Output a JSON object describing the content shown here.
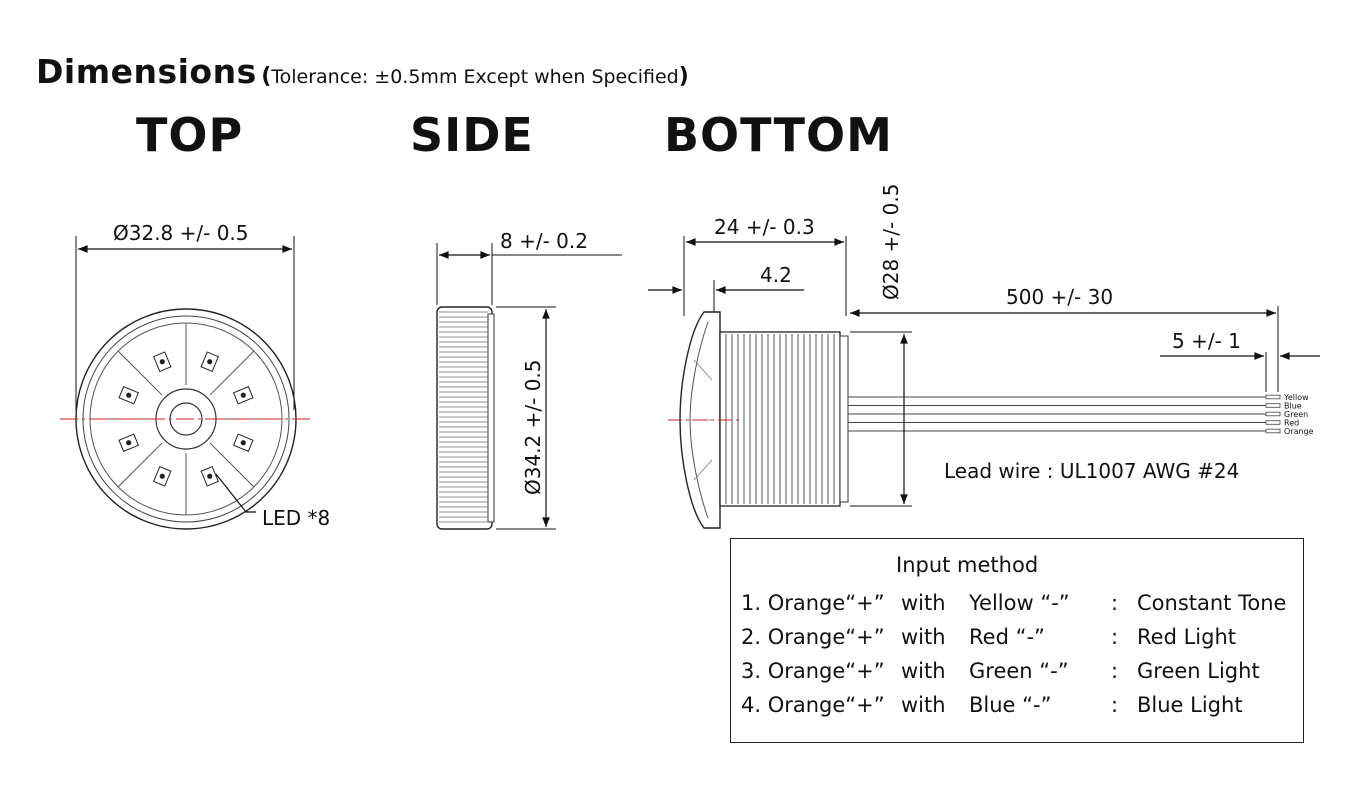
{
  "header": {
    "title": "Dimensions",
    "tolerance_open": "(",
    "tolerance_text": "Tolerance: ±0.5mm Except when Specified",
    "tolerance_close": ")"
  },
  "views": {
    "top": "TOP",
    "side": "SIDE",
    "bottom": "BOTTOM"
  },
  "dimensions": {
    "top_diameter": "Ø32.8 +/- 0.5",
    "led_callout": "LED *8",
    "side_thickness": "8 +/- 0.2",
    "side_diameter": "Ø34.2 +/- 0.5",
    "bottom_length": "24 +/- 0.3",
    "bottom_flange": "4.2",
    "bottom_diameter": "Ø28 +/- 0.5",
    "lead_length": "500 +/- 30",
    "strip_length": "5 +/- 1",
    "lead_wire": "Lead wire : UL1007 AWG #24"
  },
  "wires": [
    "Yellow",
    "Blue",
    "Green",
    "Red",
    "Orange"
  ],
  "input_method": {
    "title": "Input method",
    "rows": [
      {
        "num": "1. Orange“+”",
        "with": "with",
        "color": "Yellow “-”",
        "sep": ":",
        "result": "Constant Tone"
      },
      {
        "num": "2. Orange“+”",
        "with": "with",
        "color": "Red     “-”",
        "sep": ":",
        "result": "Red Light"
      },
      {
        "num": "3. Orange“+”",
        "with": "with",
        "color": "Green “-”",
        "sep": ":",
        "result": "Green Light"
      },
      {
        "num": "4. Orange“+”",
        "with": "with",
        "color": "Blue     “-”",
        "sep": ":",
        "result": "Blue Light"
      }
    ]
  },
  "colors": {
    "ink": "#111111",
    "centerline": "#cc2222"
  }
}
